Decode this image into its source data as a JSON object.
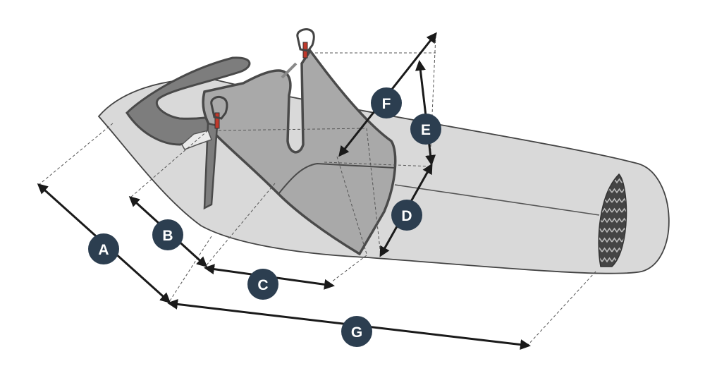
{
  "colors": {
    "pod_fill": "#d9d9d9",
    "seat_fill": "#a9a9a9",
    "strap_fill": "#7d7d7d",
    "outline": "#4a4a4a",
    "badge_fill": "#2c3e50",
    "badge_text": "#ffffff",
    "dimension_line": "#1a1a1a",
    "guide_line": "#555555",
    "accent_red": "#c0392b"
  },
  "dimensions": [
    {
      "label": "A"
    },
    {
      "label": "B"
    },
    {
      "label": "C"
    },
    {
      "label": "D"
    },
    {
      "label": "E"
    },
    {
      "label": "F"
    },
    {
      "label": "G"
    }
  ]
}
